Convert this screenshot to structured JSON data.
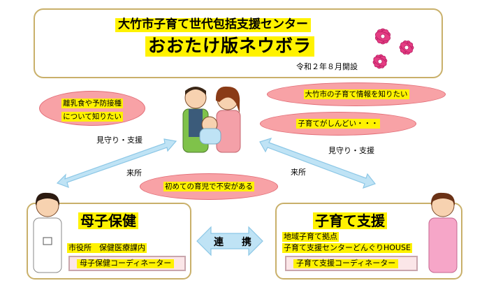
{
  "header": {
    "line1": "大竹市子育て世代包括支援センター",
    "line2": "おおたけ版ネウボラ",
    "line3": "令和２年８月開設"
  },
  "bubbles": {
    "left": [
      "離乳食や予防接種",
      "について知りたい"
    ],
    "right_top": "大竹市の子育て情報を知りたい",
    "right_mid": "子育てがしんどい・・・",
    "center": "初めての育児で不安がある"
  },
  "arrows": {
    "left_top_label": "見守り・支援",
    "left_bottom_label": "来所",
    "right_top_label": "見守り・支援",
    "right_bottom_label": "来所",
    "center_label": "連　携"
  },
  "left_panel": {
    "title": "母子保健",
    "dept": "市役所　保健医療課内",
    "coordinator": "母子保健コーディネーター"
  },
  "right_panel": {
    "title": "子育て支援",
    "line1": "地域子育て拠点",
    "line2": "子育て支援センターどんぐりHOUSE",
    "coordinator": "子育て支援コーディネーター"
  },
  "colors": {
    "highlight": "#fff200",
    "bubble": "#f8a2a6",
    "arrow": "#bfe3f5",
    "panel_border": "#c9b06a"
  }
}
